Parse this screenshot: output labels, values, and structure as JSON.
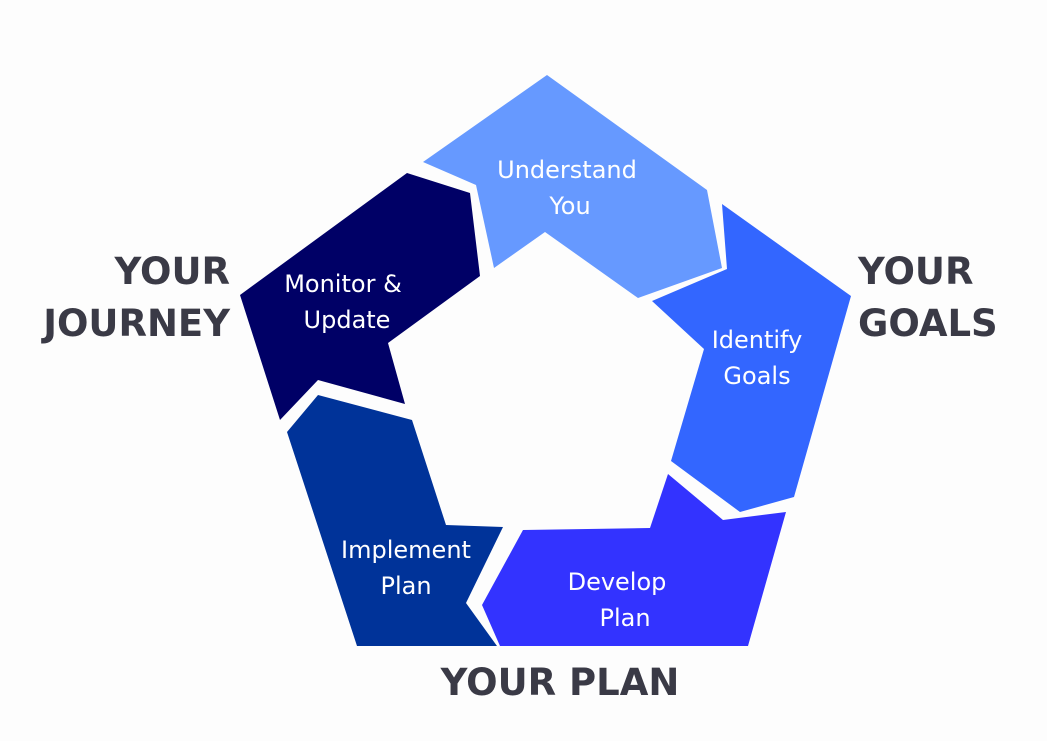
{
  "segments": [
    {
      "id": "understand",
      "line1": "Understand",
      "line2": "You",
      "color": "#6699ff"
    },
    {
      "id": "identify",
      "line1": "Identify",
      "line2": "Goals",
      "color": "#3366ff"
    },
    {
      "id": "develop",
      "line1": "Develop",
      "line2": "Plan",
      "color": "#3333ff"
    },
    {
      "id": "implement",
      "line1": "Implement",
      "line2": "Plan",
      "color": "#003399"
    },
    {
      "id": "monitor",
      "line1": "Monitor &",
      "line2": "Update",
      "color": "#000066"
    }
  ],
  "labels": {
    "journey_line1": "YOUR",
    "journey_line2": "JOURNEY",
    "goals_line1": "YOUR",
    "goals_line2": "GOALS",
    "plan": "YOUR PLAN"
  }
}
